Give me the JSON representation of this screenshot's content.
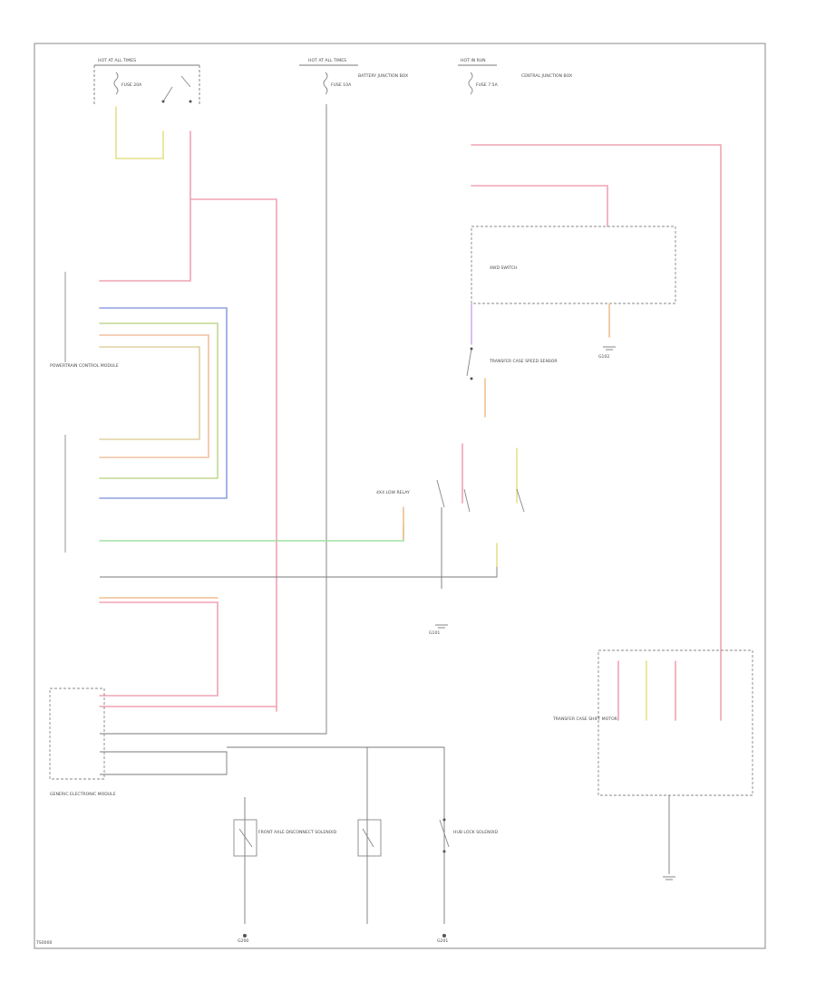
{
  "diagram": {
    "code": "TS0000",
    "hot_labels": [
      "HOT AT ALL TIMES",
      "HOT AT ALL TIMES",
      "HOT IN RUN"
    ],
    "fuse_labels": [
      "FUSE 20A",
      "FUSE 10A",
      "FUSE 7.5A"
    ],
    "components": [
      "BATTERY JUNCTION BOX",
      "CENTRAL JUNCTION BOX",
      "POWERTRAIN CONTROL MODULE",
      "4WD SWITCH",
      "TRANSFER CASE SHIFT MOTOR",
      "4X4 LOW RELAY",
      "GENERIC ELECTRONIC MODULE",
      "TRANSFER CASE SPEED SENSOR",
      "FRONT AXLE DISCONNECT SOLENOID",
      "HUB LOCK SOLENOID"
    ],
    "grounds": [
      "G101",
      "G102",
      "G200",
      "G201"
    ]
  }
}
